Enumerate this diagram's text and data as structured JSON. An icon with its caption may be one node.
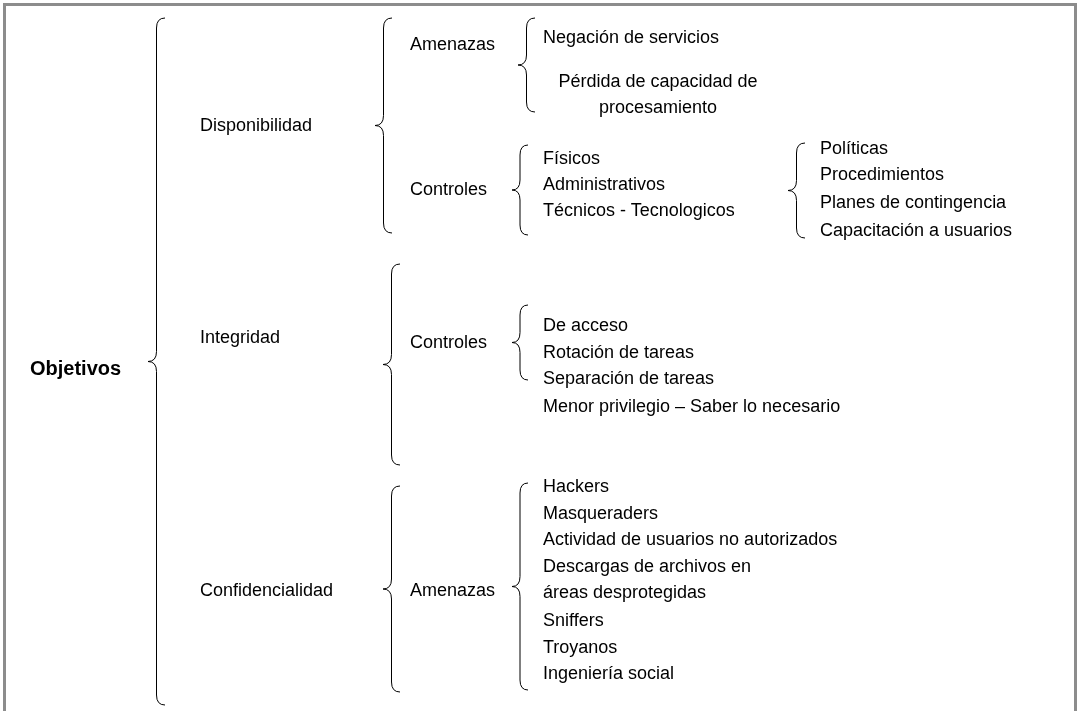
{
  "diagram": {
    "labels": [
      "Objetivos",
      "Disponibilidad",
      "Amenazas",
      "Negación de servicios",
      "Pérdida de capacidad de procesamiento",
      "Controles",
      "Físicos",
      "Administrativos",
      "Técnicos - Tecnologicos",
      "Políticas",
      "Procedimientos",
      "Planes de contingencia",
      "Capacitación a usuarios",
      "Integridad",
      "Controles",
      "De acceso",
      "Rotación de tareas",
      "Separación de tareas",
      "Menor privilegio – Saber lo necesario",
      "Confidencialidad",
      "Amenazas",
      "Hackers",
      "Masqueraders",
      "Actividad de usuarios no autorizados",
      "Descargas de archivos en áreas desprotegidas",
      "Sniffers",
      "Troyanos",
      "Ingeniería social"
    ]
  }
}
